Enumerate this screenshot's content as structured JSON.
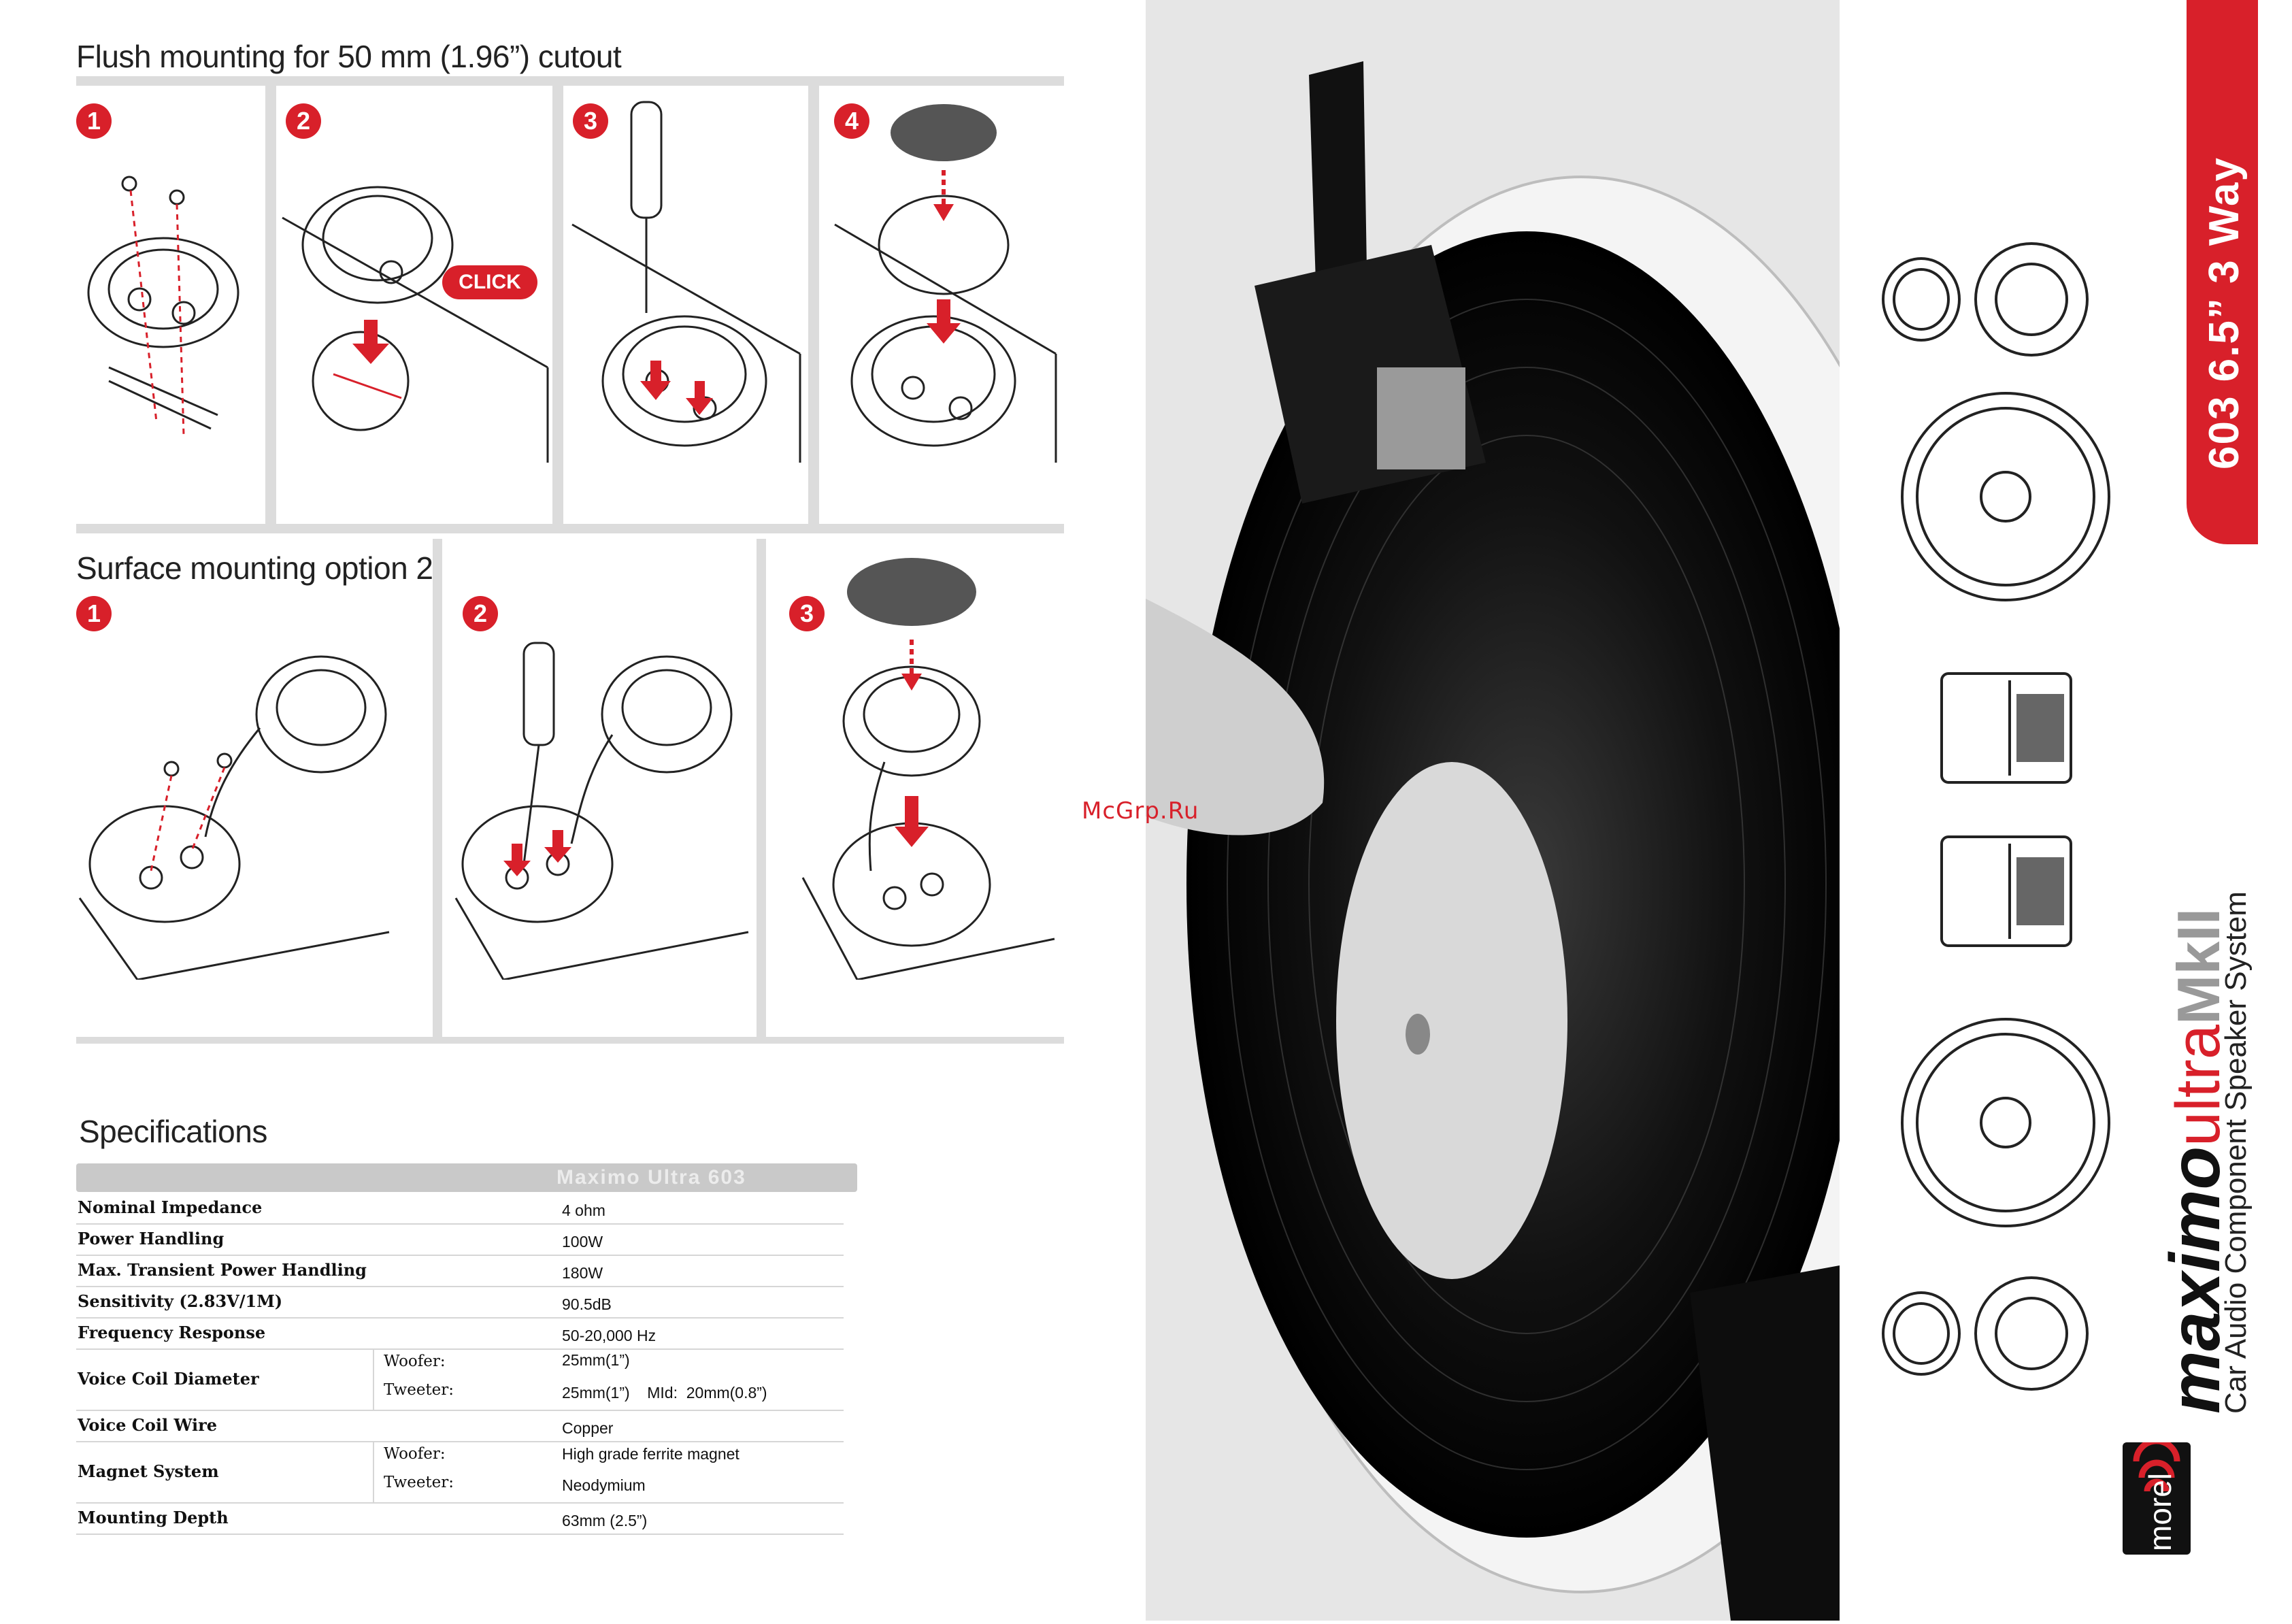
{
  "flush": {
    "title": "Flush mounting for 50 mm (1.96”) cutout",
    "steps": [
      "1",
      "2",
      "3",
      "4"
    ],
    "click_label": "CLICK"
  },
  "surface": {
    "title": "Surface mounting option 2",
    "steps": [
      "1",
      "2",
      "3"
    ]
  },
  "specs": {
    "title": "Specifications",
    "model_header": "Maximo Ultra 603",
    "rows": [
      {
        "label": "Nominal Impedance",
        "value": "4 ohm"
      },
      {
        "label": "Power Handling",
        "value": "100W"
      },
      {
        "label": "Max. Transient Power Handling",
        "value": "180W"
      },
      {
        "label": "Sensitivity  (2.83V/1M)",
        "value": "90.5dB"
      },
      {
        "label": "Frequency Response",
        "value": "50-20,000 Hz"
      },
      {
        "label": "Voice Coil Diameter",
        "sub1": "Woofer:",
        "value1": "25mm(1”)",
        "sub2": "Tweeter:",
        "value2": "25mm(1”)    MId:  20mm(0.8”)"
      },
      {
        "label": "Voice Coil Wire",
        "value": "Copper"
      },
      {
        "label": "Magnet System",
        "sub1": "Woofer:",
        "value1": "High grade ferrite magnet",
        "sub2": "Tweeter:",
        "value2": "Neodymium"
      },
      {
        "label": "Mounting Depth",
        "value": "63mm (2.5”)"
      }
    ]
  },
  "watermark": "McGrp.Ru",
  "brand": {
    "tab": "603 6.5” 3 Way",
    "maximo": "maximo",
    "ultra": "ultra",
    "mk": "MkII",
    "subtitle": "Car Audio Component Speaker System",
    "logo_text": "morel"
  },
  "colors": {
    "accent": "#d8202a",
    "rule": "#dcdcdc"
  }
}
